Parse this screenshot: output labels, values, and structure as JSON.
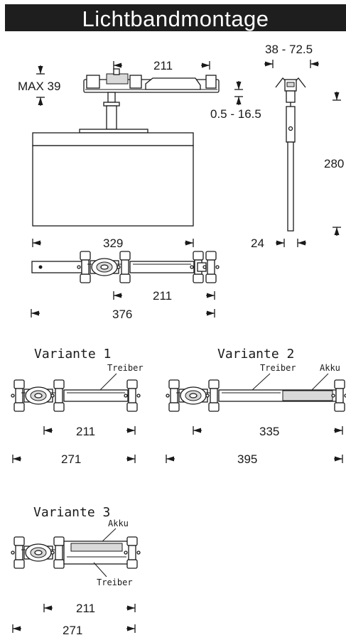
{
  "title": "Lichtbandmontage",
  "top_view": {
    "dims": {
      "max_height": "MAX 39",
      "width_top": "211",
      "rail_range": "0.5 - 16.5",
      "box_width": "329",
      "plan_inner": "211",
      "plan_outer": "376"
    }
  },
  "side_view": {
    "dims": {
      "clamp_range": "38 - 72.5",
      "height": "280",
      "rod_width": "24"
    }
  },
  "variants": [
    {
      "title": "Variante 1",
      "labels": [
        "Treiber"
      ],
      "inner": "211",
      "outer": "271"
    },
    {
      "title": "Variante 2",
      "labels": [
        "Treiber",
        "Akku"
      ],
      "inner": "335",
      "outer": "395"
    },
    {
      "title": "Variante 3",
      "labels": [
        "Akku",
        "Treiber"
      ],
      "inner": "211",
      "outer": "271"
    }
  ],
  "colors": {
    "title_bar": "#1e1e1e",
    "title_text": "#ffffff",
    "lines": "#1a1a1a"
  }
}
